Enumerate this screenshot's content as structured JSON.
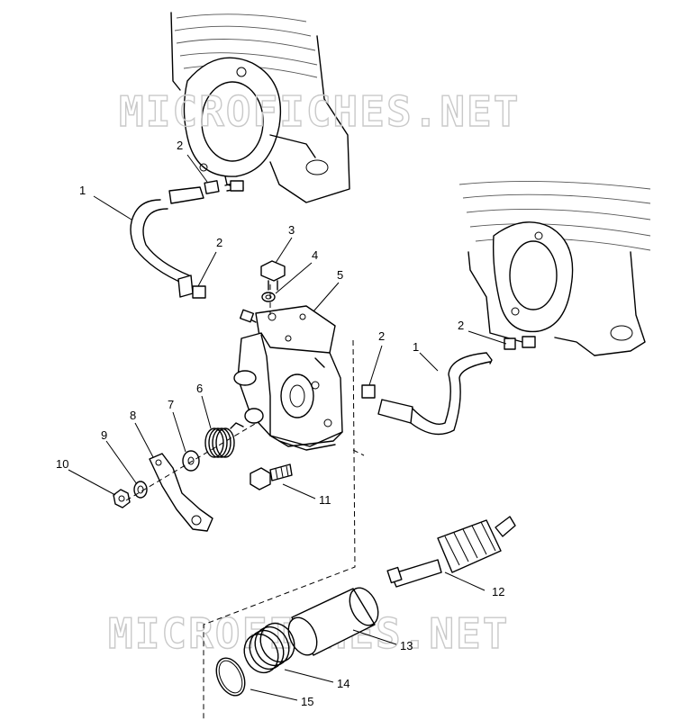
{
  "watermark": {
    "text": "MICROFICHES.NET"
  },
  "callouts": [
    {
      "id": "c1a",
      "text": "1"
    },
    {
      "id": "c1b",
      "text": "1"
    },
    {
      "id": "c2a",
      "text": "2"
    },
    {
      "id": "c2b",
      "text": "2"
    },
    {
      "id": "c2c",
      "text": "2"
    },
    {
      "id": "c2d",
      "text": "2"
    },
    {
      "id": "c3",
      "text": "3"
    },
    {
      "id": "c4",
      "text": "4"
    },
    {
      "id": "c5",
      "text": "5"
    },
    {
      "id": "c6",
      "text": "6"
    },
    {
      "id": "c7",
      "text": "7"
    },
    {
      "id": "c8",
      "text": "8"
    },
    {
      "id": "c9",
      "text": "9"
    },
    {
      "id": "c10",
      "text": "10"
    },
    {
      "id": "c11",
      "text": "11"
    },
    {
      "id": "c12",
      "text": "12"
    },
    {
      "id": "c13",
      "text": "13"
    },
    {
      "id": "c14",
      "text": "14"
    },
    {
      "id": "c15",
      "text": "15"
    }
  ]
}
